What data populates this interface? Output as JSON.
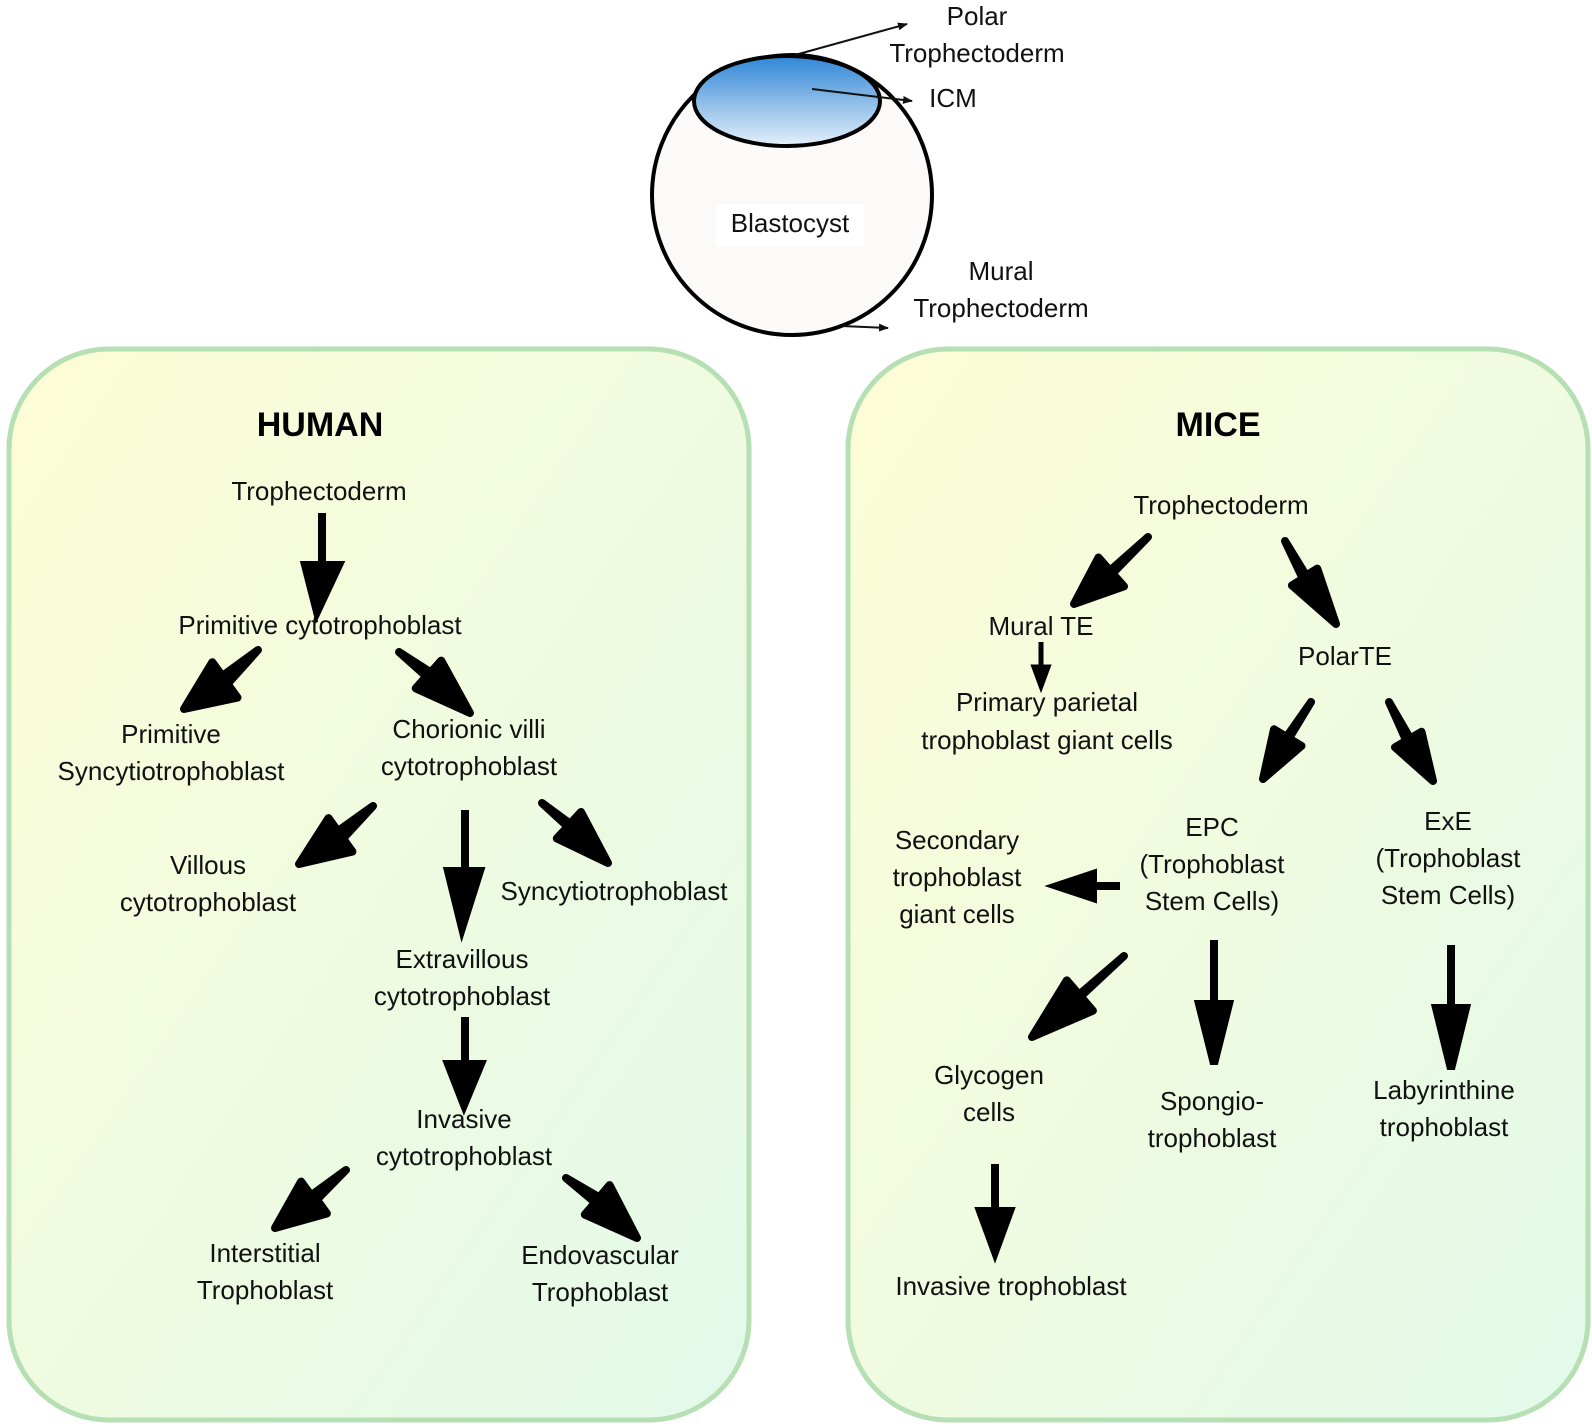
{
  "blastocyst": {
    "label": "Blastocyst",
    "polar_te_line1": "Polar",
    "polar_te_line2": "Trophectoderm",
    "icm": "ICM",
    "mural_te_line1": "Mural",
    "mural_te_line2": "Trophectoderm",
    "icm_color": "#2f86d6",
    "cell_fill": "#fbfaf8"
  },
  "panel_colors": {
    "border": "#b6e0b4",
    "grad_top": "#fdfdd6",
    "grad_bottom": "#e2f9ea"
  },
  "human": {
    "title": "HUMAN",
    "trophectoderm": "Trophectoderm",
    "primitive_cytotrophoblast": "Primitive cytotrophoblast",
    "primitive_syncytio_1": "Primitive",
    "primitive_syncytio_2": "Syncytiotrophoblast",
    "chorionic_villi_1": "Chorionic villi",
    "chorionic_villi_2": "cytotrophoblast",
    "villous_1": "Villous",
    "villous_2": "cytotrophoblast",
    "syncytiotrophoblast": "Syncytiotrophoblast",
    "extravillous_1": "Extravillous",
    "extravillous_2": "cytotrophoblast",
    "invasive_1": "Invasive",
    "invasive_2": "cytotrophoblast",
    "interstitial_1": "Interstitial",
    "interstitial_2": "Trophoblast",
    "endovascular_1": "Endovascular",
    "endovascular_2": "Trophoblast"
  },
  "mice": {
    "title": "MICE",
    "trophectoderm": "Trophectoderm",
    "mural_te": "Mural TE",
    "polar_te": "PolarTE",
    "primary_parietal_1": "Primary parietal",
    "primary_parietal_2": "trophoblast giant cells",
    "epc_1": "EPC",
    "epc_2": "(Trophoblast",
    "epc_3": "Stem Cells)",
    "exe_1": "ExE",
    "exe_2": "(Trophoblast",
    "exe_3": "Stem Cells)",
    "secondary_1": "Secondary",
    "secondary_2": "trophoblast",
    "secondary_3": "giant cells",
    "glycogen_1": "Glycogen",
    "glycogen_2": "cells",
    "spongio_1": "Spongio-",
    "spongio_2": "trophoblast",
    "labyrinthine_1": "Labyrinthine",
    "labyrinthine_2": "trophoblast",
    "invasive": "Invasive trophoblast"
  }
}
